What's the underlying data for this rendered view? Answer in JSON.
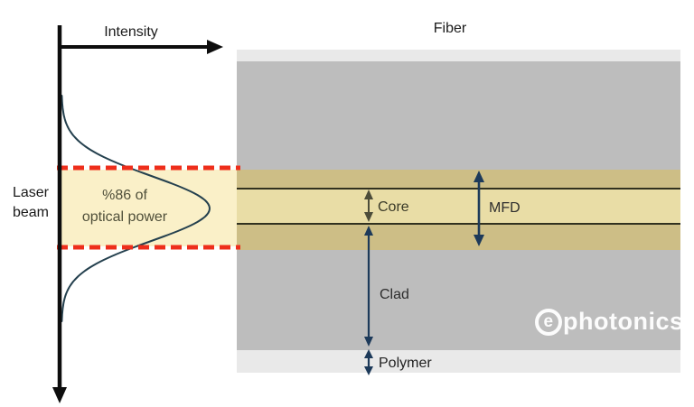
{
  "diagram": {
    "intensity_axis_label": "Intensity",
    "fiber_label": "Fiber",
    "laser_beam": {
      "line1": "Laser",
      "line2": "beam"
    },
    "power_annotation": {
      "line1": "%86 of",
      "line2": "optical power"
    },
    "fiber_layers": {
      "core": "Core",
      "mfd": "MFD",
      "clad": "Clad",
      "polymer": "Polymer"
    },
    "watermark": {
      "symbol": "e",
      "text": "photonics"
    },
    "colors": {
      "beam_highlight_band": "#faf0c8",
      "mfd_band": "#cdbe86",
      "core_band": "#e9dda6",
      "core_line": "#31311f",
      "clad_gray": "#bdbdbd",
      "polymer_gray": "#e9e9e9",
      "dashed_red": "#ee2e1b",
      "dimension_arrow_navy": "#1d3a5a",
      "core_arrow_olive": "#4c4c3a",
      "beam_curve": "#24404e",
      "axis_black": "#0d0d0d"
    }
  }
}
